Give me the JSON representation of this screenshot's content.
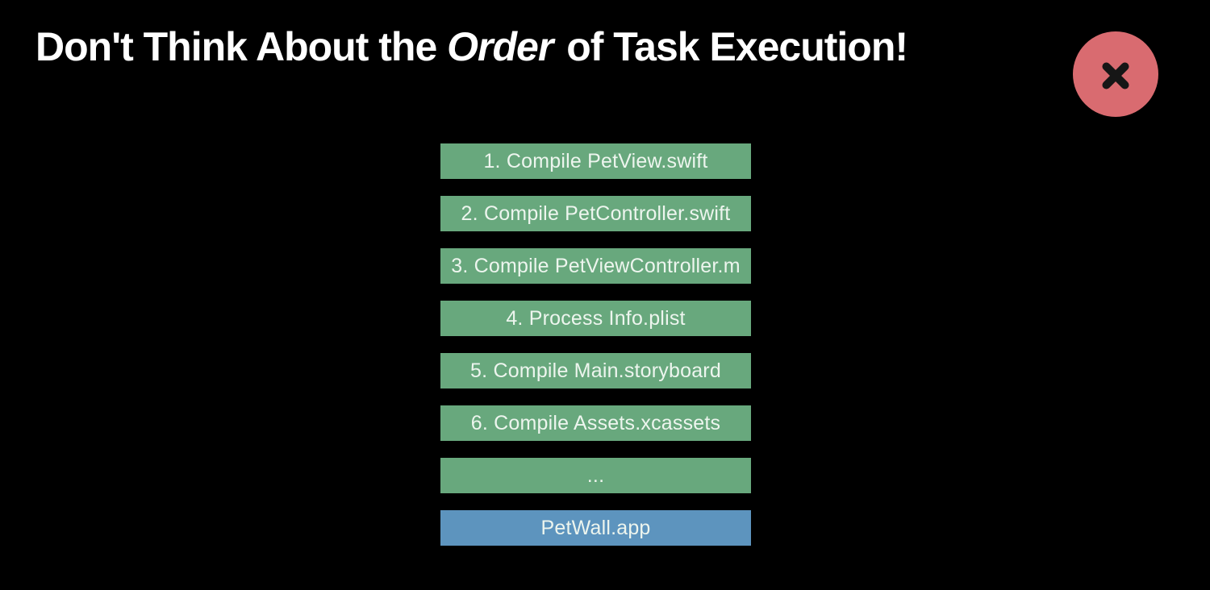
{
  "slide": {
    "title": {
      "pre": "Don't Think About the ",
      "italic": "Order",
      "post": " of Task Execution!"
    },
    "close_button": {
      "icon": "x-mark"
    },
    "task_stack": {
      "tasks": [
        "1. Compile PetView.swift",
        "2. Compile PetController.swift",
        "3. Compile PetViewController.m",
        "4. Process Info.plist",
        "5. Compile Main.storyboard",
        "6. Compile Assets.xcassets",
        "..."
      ],
      "output": "PetWall.app"
    }
  },
  "colors": {
    "background": "#000000",
    "title_text": "#FFFFFF",
    "task_bar": "#68A87D",
    "output_bar": "#5D94BE",
    "bar_text": "#EDF5EE",
    "close_bg": "#D96B70",
    "close_glyph": "#161616"
  }
}
